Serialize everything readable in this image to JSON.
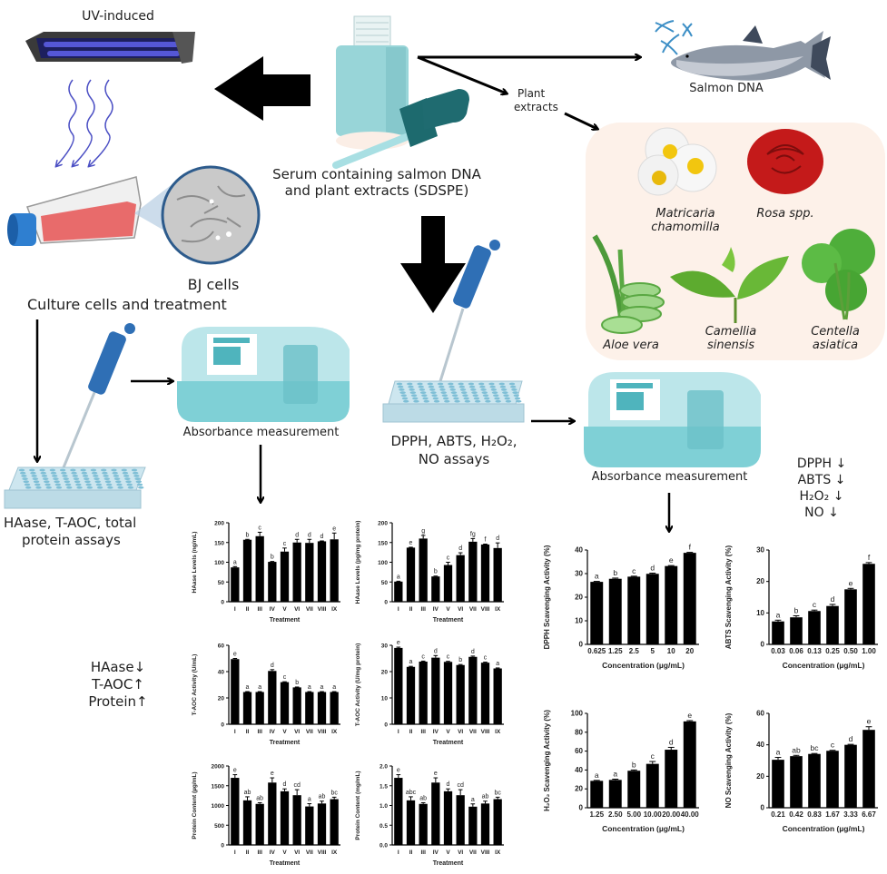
{
  "labels": {
    "uv_induced": "UV-induced",
    "bj_cells": "BJ cells",
    "culture": "Culture cells and treatment",
    "serum_line1": "Serum containing salmon DNA",
    "serum_line2": "and plant extracts (SDSPE)",
    "plant_extracts_line1": "Plant",
    "plant_extracts_line2": "extracts",
    "salmon_dna": "Salmon DNA",
    "absorbance_left": "Absorbance measurement",
    "absorbance_right": "Absorbance measurement",
    "assays_left_line1": "HAase, T-AOC, total",
    "assays_left_line2": "protein assays",
    "assays_right_line1": "DPPH, ABTS, H₂O₂,",
    "assays_right_line2": "NO assays",
    "result_left": [
      "HAase↓",
      "T-AOC↑",
      "Protein↑"
    ],
    "result_right": [
      "DPPH ↓",
      "ABTS ↓",
      "H₂O₂ ↓",
      "NO ↓"
    ]
  },
  "plants": [
    {
      "name_line1": "Matricaria",
      "name_line2": "chamomilla"
    },
    {
      "name_line1": "Rosa spp.",
      "name_line2": ""
    },
    {
      "name_line1": "Aloe vera",
      "name_line2": ""
    },
    {
      "name_line1": "Camellia",
      "name_line2": "sinensis"
    },
    {
      "name_line1": "Centella",
      "name_line2": "asiatica"
    }
  ],
  "icons": [
    "uv-lamp-icon",
    "cell-flask-icon",
    "microscope-cells-icon",
    "serum-bottle-icon",
    "dropper-icon",
    "salmon-icon",
    "dna-icon",
    "chamomile-icon",
    "rose-icon",
    "aloe-icon",
    "tea-leaf-icon",
    "centella-icon",
    "pipette-icon",
    "well-plate-icon",
    "spectrophotometer-icon"
  ],
  "colors": {
    "bar": "#000000",
    "plant_box_bg": "#fdf1e9",
    "teal": "#7fd0d6",
    "uv_purple": "#4b4fc4",
    "pipette_blue": "#2f6fb5",
    "flask_red": "#e86b6b"
  },
  "chart_data": [
    {
      "id": "haase-ng",
      "type": "bar",
      "title": "",
      "xlabel": "Treatment",
      "ylabel": "HAase Levels (ng/mL)",
      "categories": [
        "I",
        "II",
        "III",
        "IV",
        "V",
        "VI",
        "VII",
        "VIII",
        "IX"
      ],
      "values": [
        87,
        157,
        166,
        101,
        127,
        150,
        149,
        153,
        158
      ],
      "errors": [
        2,
        1,
        10,
        1,
        9,
        8,
        9,
        1,
        16
      ],
      "letters": [
        "a",
        "b",
        "c",
        "b",
        "c",
        "d",
        "d",
        "d",
        "e"
      ],
      "ylim": [
        0,
        200
      ],
      "yticks": [
        0,
        50,
        100,
        150,
        200
      ]
    },
    {
      "id": "haase-pg",
      "type": "bar",
      "title": "",
      "xlabel": "Treatment",
      "ylabel": "HAase Levels (pg/mg protein)",
      "categories": [
        "I",
        "II",
        "III",
        "IV",
        "V",
        "VI",
        "VII",
        "VIII",
        "IX"
      ],
      "values": [
        51,
        137,
        160,
        64,
        93,
        118,
        152,
        145,
        136
      ],
      "errors": [
        1,
        1,
        8,
        1,
        7,
        6,
        8,
        1,
        13
      ],
      "letters": [
        "a",
        "e",
        "g",
        "b",
        "c",
        "d",
        "fg",
        "f",
        "d"
      ],
      "ylim": [
        0,
        200
      ],
      "yticks": [
        0,
        50,
        100,
        150,
        200
      ]
    },
    {
      "id": "taoc-uml",
      "type": "bar",
      "title": "",
      "xlabel": "Treatment",
      "ylabel": "T-AOC Activity (U/mL)",
      "categories": [
        "I",
        "II",
        "III",
        "IV",
        "V",
        "VI",
        "VII",
        "VIII",
        "IX"
      ],
      "values": [
        49.5,
        24.5,
        24.5,
        40.5,
        32,
        28,
        24.5,
        24.5,
        24.5
      ],
      "errors": [
        0.5,
        0.3,
        0.3,
        1,
        0.3,
        0.3,
        0.3,
        0.3,
        0.3
      ],
      "letters": [
        "e",
        "a",
        "a",
        "d",
        "c",
        "b",
        "a",
        "a",
        "a"
      ],
      "ylim": [
        0,
        60
      ],
      "yticks": [
        0,
        20,
        40,
        60
      ]
    },
    {
      "id": "taoc-umg",
      "type": "bar",
      "title": "",
      "xlabel": "Treatment",
      "ylabel": "T-AOC Activity (U/mg protein)",
      "categories": [
        "I",
        "II",
        "III",
        "IV",
        "V",
        "VI",
        "VII",
        "VIII",
        "IX"
      ],
      "values": [
        29,
        21.8,
        23.8,
        25.3,
        23.7,
        22.5,
        25.6,
        23.4,
        21.2
      ],
      "errors": [
        0.3,
        0.2,
        0.2,
        0.8,
        0.2,
        0.2,
        0.3,
        0.2,
        0.2
      ],
      "letters": [
        "e",
        "a",
        "c",
        "d",
        "c",
        "b",
        "d",
        "c",
        "a"
      ],
      "ylim": [
        0,
        30
      ],
      "yticks": [
        0,
        10,
        20,
        30
      ]
    },
    {
      "id": "protein-ugml",
      "type": "bar",
      "title": "",
      "xlabel": "Treatment",
      "ylabel": "Protein Content (µg/mL)",
      "categories": [
        "I",
        "II",
        "III",
        "IV",
        "V",
        "VI",
        "VII",
        "VIII",
        "IX"
      ],
      "values": [
        1700,
        1130,
        1040,
        1580,
        1360,
        1260,
        975,
        1050,
        1160
      ],
      "errors": [
        80,
        90,
        30,
        120,
        60,
        140,
        70,
        60,
        50
      ],
      "letters": [
        "e",
        "ab",
        "ab",
        "e",
        "d",
        "cd",
        "a",
        "ab",
        "bc"
      ],
      "ylim": [
        0,
        2000
      ],
      "yticks": [
        0,
        500,
        1000,
        1500,
        2000
      ]
    },
    {
      "id": "protein-mgml",
      "type": "bar",
      "title": "",
      "xlabel": "Treatment",
      "ylabel": "Protein Content (mg/mL)",
      "categories": [
        "I",
        "II",
        "III",
        "IV",
        "V",
        "VI",
        "VII",
        "VIII",
        "IX"
      ],
      "values": [
        1.7,
        1.13,
        1.04,
        1.58,
        1.36,
        1.26,
        0.97,
        1.05,
        1.16
      ],
      "errors": [
        0.08,
        0.09,
        0.03,
        0.12,
        0.06,
        0.14,
        0.07,
        0.06,
        0.05
      ],
      "letters": [
        "e",
        "abc",
        "ab",
        "e",
        "d",
        "cd",
        "a",
        "ab",
        "bc"
      ],
      "ylim": [
        0,
        2.0
      ],
      "yticks": [
        0.0,
        0.5,
        1.0,
        1.5,
        2.0
      ]
    },
    {
      "id": "dpph",
      "type": "bar",
      "title": "",
      "xlabel": "Concentration (µg/mL)",
      "ylabel": "DPPH Scavenging Activity (%)",
      "categories": [
        "0.625",
        "1.25",
        "2.5",
        "5",
        "10",
        "20"
      ],
      "values": [
        26.5,
        27.8,
        28.7,
        29.9,
        33.2,
        38.8
      ],
      "errors": [
        0.2,
        0.3,
        0.2,
        0.3,
        0.2,
        0.2
      ],
      "letters": [
        "a",
        "b",
        "c",
        "d",
        "e",
        "f"
      ],
      "ylim": [
        0,
        40
      ],
      "yticks": [
        0,
        10,
        20,
        30,
        40
      ]
    },
    {
      "id": "abts",
      "type": "bar",
      "title": "",
      "xlabel": "Concentration (µg/mL)",
      "ylabel": "ABTS Scavenging Activity (%)",
      "categories": [
        "0.03",
        "0.06",
        "0.13",
        "0.25",
        "0.50",
        "1.00"
      ],
      "values": [
        7.3,
        8.6,
        10.6,
        12.2,
        17.5,
        25.6
      ],
      "errors": [
        0.4,
        0.5,
        0.3,
        0.5,
        0.3,
        0.4
      ],
      "letters": [
        "a",
        "b",
        "c",
        "d",
        "e",
        "f"
      ],
      "ylim": [
        0,
        30
      ],
      "yticks": [
        0,
        10,
        20,
        30
      ]
    },
    {
      "id": "h2o2",
      "type": "bar",
      "title": "",
      "xlabel": "Concentration (µg/mL)",
      "ylabel": "H₂O₂ Scavenging Activity (%)",
      "categories": [
        "1.25",
        "2.50",
        "5.00",
        "10.00",
        "20.00",
        "40.00"
      ],
      "values": [
        28.5,
        29.5,
        39.2,
        46.5,
        61.5,
        91.5
      ],
      "errors": [
        0.5,
        0.8,
        0.8,
        2.5,
        2.5,
        0.8
      ],
      "letters": [
        "a",
        "a",
        "b",
        "c",
        "d",
        "e"
      ],
      "ylim": [
        0,
        100
      ],
      "yticks": [
        0,
        20,
        40,
        60,
        80,
        100
      ]
    },
    {
      "id": "no",
      "type": "bar",
      "title": "",
      "xlabel": "Concentration (µg/mL)",
      "ylabel": "NO Scavenging Activity (%)",
      "categories": [
        "0.21",
        "0.42",
        "0.83",
        "1.67",
        "3.33",
        "6.67"
      ],
      "values": [
        30.5,
        32.8,
        34.2,
        36.2,
        40,
        49.5
      ],
      "errors": [
        1.5,
        0.5,
        0.3,
        0.3,
        0.3,
        2
      ],
      "letters": [
        "a",
        "ab",
        "bc",
        "c",
        "d",
        "e"
      ],
      "ylim": [
        0,
        60
      ],
      "yticks": [
        0,
        20,
        40,
        60
      ]
    }
  ]
}
